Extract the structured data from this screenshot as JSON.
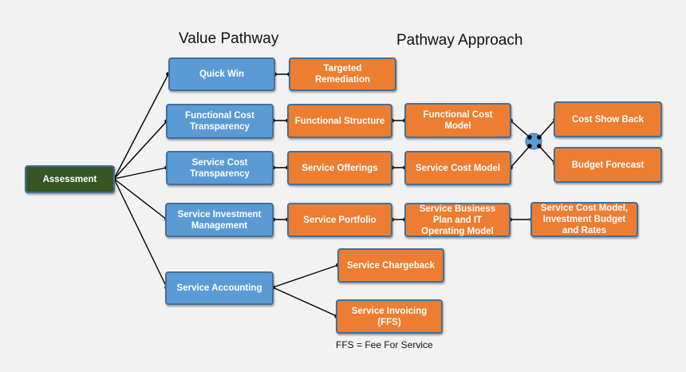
{
  "headings": {
    "value_pathway": "Value Pathway",
    "pathway_approach": "Pathway Approach"
  },
  "nodes": {
    "assessment": "Assessment",
    "quick_win": "Quick Win",
    "functional_cost_transparency": "Functional Cost\nTransparency",
    "service_cost_transparency": "Service Cost\nTransparency",
    "service_investment_management": "Service Investment\nManagement",
    "service_accounting": "Service Accounting",
    "targeted_remediation": "Targeted\nRemediation",
    "functional_structure": "Functional Structure",
    "functional_cost_model": "Functional Cost\nModel",
    "service_offerings": "Service Offerings",
    "service_cost_model": "Service Cost Model",
    "cost_show_back": "Cost Show Back",
    "budget_forecast": "Budget  Forecast",
    "service_portfolio": "Service Portfolio",
    "service_business_plan": "Service Business\nPlan and IT\nOperating Model",
    "service_cost_model_investment": "Service Cost Model,\nInvestment Budget\nand Rates",
    "service_chargeback": "Service Chargeback",
    "service_invoicing": "Service Invoicing\n(FFS)"
  },
  "footnote": "FFS = Fee For Service",
  "colors": {
    "blue_node": "#5b9bd5",
    "orange_node": "#ed7d31",
    "green_node": "#375623",
    "connector": "#000000",
    "hub": "#5b9bd5"
  }
}
